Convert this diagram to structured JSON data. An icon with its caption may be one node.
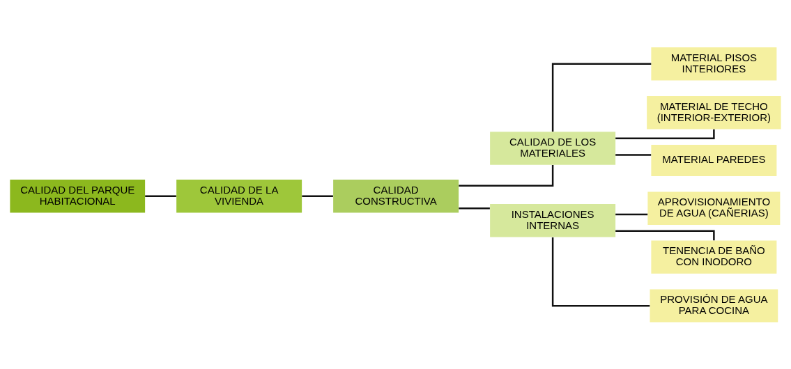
{
  "diagram": {
    "nodes": [
      {
        "text": [
          "CALIDAD DEL PARQUE HABITACIONAL"
        ]
      },
      {
        "text": [
          "CALIDAD DE LA VIVIENDA"
        ]
      },
      {
        "text": [
          "CALIDAD CONSTRUCTIVA"
        ]
      },
      {
        "text": [
          "CALIDAD DE LOS MATERIALES"
        ]
      },
      {
        "text": [
          "MATERIAL PISOS INTERIORES"
        ]
      },
      {
        "text": [
          "MATERIAL DE TECHO (INTERIOR-EXTERIOR)"
        ]
      },
      {
        "text": [
          "MATERIAL PAREDES"
        ]
      },
      {
        "text": [
          "INSTALACIONES INTERNAS"
        ]
      },
      {
        "text": [
          "APROVISIONAMIENTO DE AGUA (CAÑERIAS)"
        ]
      },
      {
        "text": [
          "TENENCIA DE BAÑO CON INODORO"
        ]
      },
      {
        "text": [
          "PROVISIÓN DE AGUA PARA COCINA"
        ]
      }
    ],
    "edges": [
      {
        "from": 0,
        "to": 1,
        "arrow": "none"
      },
      {
        "from": 1,
        "to": 2,
        "arrow": "none"
      },
      {
        "from": 2,
        "to": 3,
        "arrow": "none"
      },
      {
        "from": 2,
        "to": 7,
        "arrow": "none"
      },
      {
        "from": 3,
        "to": 4,
        "arrow": "none"
      },
      {
        "from": 3,
        "to": 5,
        "arrow": "none"
      },
      {
        "from": 3,
        "to": 6,
        "arrow": "none"
      },
      {
        "from": 7,
        "to": 8,
        "arrow": "none"
      },
      {
        "from": 7,
        "to": 9,
        "arrow": "none"
      },
      {
        "from": 7,
        "to": 10,
        "arrow": "none"
      }
    ]
  }
}
